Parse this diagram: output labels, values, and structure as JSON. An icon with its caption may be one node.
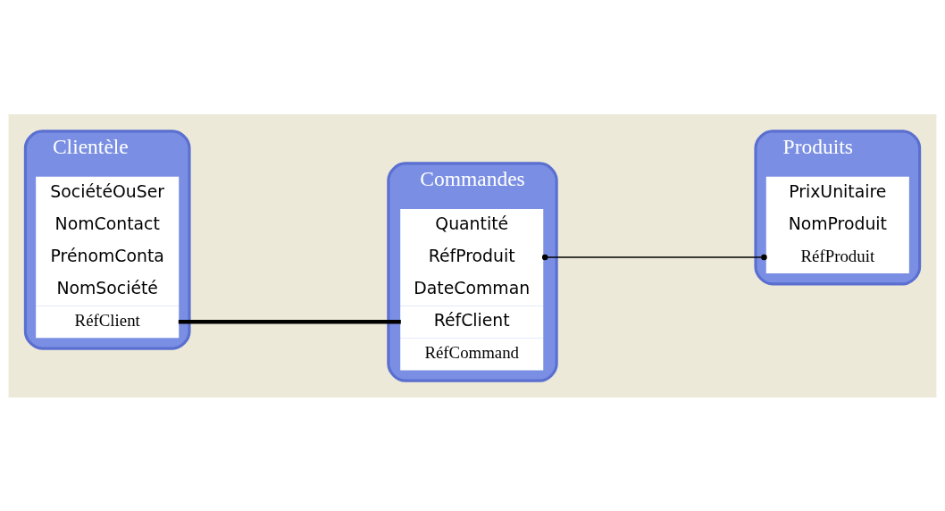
{
  "diagram": {
    "nodes": [
      {
        "text": [
          "Clientèle"
        ]
      },
      {
        "text": [
          "RéfClient"
        ],
        "in": 0
      },
      {
        "text": [
          "NomSociété"
        ],
        "in": 0
      },
      {
        "text": [
          "PrénomConta"
        ],
        "in": 0
      },
      {
        "text": [
          "NomContact"
        ],
        "in": 0
      },
      {
        "text": [
          "SociétéOuSer"
        ],
        "in": 0
      },
      {
        "text": [
          "Commandes"
        ]
      },
      {
        "text": [
          "RéfCommand"
        ],
        "in": 6
      },
      {
        "text": [
          "RéfClient"
        ],
        "in": 6
      },
      {
        "text": [
          "DateComman"
        ],
        "in": 6
      },
      {
        "text": [
          "RéfProduit"
        ],
        "in": 6
      },
      {
        "text": [
          "Quantité"
        ],
        "in": 6
      },
      {
        "text": [
          "Produits"
        ]
      },
      {
        "text": [
          "RéfProduit"
        ],
        "in": 12
      },
      {
        "text": [
          "NomProduit"
        ],
        "in": 12
      },
      {
        "text": [
          "PrixUnitaire"
        ],
        "in": 12
      }
    ],
    "edges": [
      {
        "from": 1,
        "to": 8,
        "arrow": "none",
        "style": "thick"
      },
      {
        "from": 10,
        "to": 13,
        "arrow": "other"
      }
    ]
  }
}
